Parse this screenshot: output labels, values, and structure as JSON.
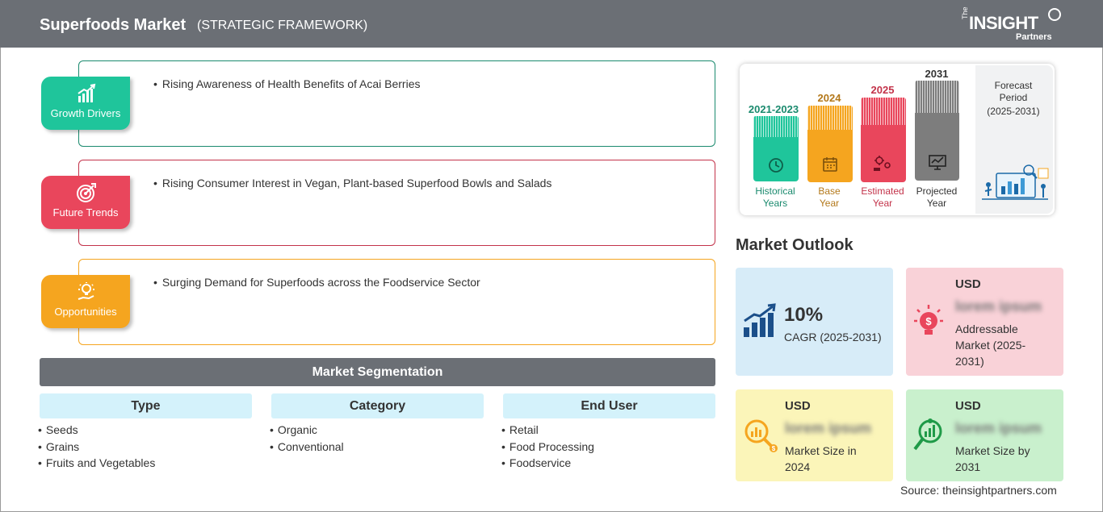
{
  "header": {
    "title": "Superfoods Market",
    "subtitle": "(STRATEGIC FRAMEWORK)"
  },
  "logo": {
    "the": "The",
    "insight": "INSIGHT",
    "partners": "Partners"
  },
  "framework": [
    {
      "label": "Growth Drivers",
      "icon": "growth-chart-icon",
      "color": "#1fc59b",
      "text": "Rising Awareness of Health Benefits of Acai Berries"
    },
    {
      "label": "Future Trends",
      "icon": "target-icon",
      "color": "#e9465c",
      "text": "Rising Consumer Interest in Vegan, Plant-based Superfood Bowls and Salads"
    },
    {
      "label": "Opportunities",
      "icon": "lightbulb-hand-icon",
      "color": "#f5a51f",
      "text": "Surging Demand for Superfoods across the Foodservice Sector"
    }
  ],
  "segmentation": {
    "title": "Market Segmentation",
    "columns": [
      {
        "head": "Type",
        "items": [
          "Seeds",
          "Grains",
          "Fruits and Vegetables"
        ]
      },
      {
        "head": "Category",
        "items": [
          "Organic",
          "Conventional"
        ]
      },
      {
        "head": "End User",
        "items": [
          "Retail",
          "Food Processing",
          "Foodservice"
        ]
      }
    ]
  },
  "timeline": {
    "bars": [
      {
        "year": "2021-2023",
        "cap1": "Historical",
        "cap2": "Years",
        "color": "#1fc59b",
        "year_color": "#1a8a6e",
        "cap_color": "#1a8a6e",
        "icon": "history-icon"
      },
      {
        "year": "2024",
        "cap1": "Base",
        "cap2": "Year",
        "color": "#f5a51f",
        "year_color": "#b3781a",
        "cap_color": "#b3781a",
        "icon": "calendar-icon"
      },
      {
        "year": "2025",
        "cap1": "Estimated",
        "cap2": "Year",
        "color": "#e9465c",
        "year_color": "#c3334a",
        "cap_color": "#c3334a",
        "icon": "gears-icon"
      },
      {
        "year": "2031",
        "cap1": "Projected",
        "cap2": "Year",
        "color": "#7d7d7d",
        "year_color": "#333333",
        "cap_color": "#333333",
        "icon": "presentation-icon"
      }
    ],
    "forecast": {
      "line1": "Forecast",
      "line2": "Period",
      "line3": "(2025-2031)"
    }
  },
  "outlook": {
    "title": "Market Outlook",
    "cagr": {
      "value": "10%",
      "label": "CAGR (2025-2031)",
      "bg": "#d7ecf8"
    },
    "addressable": {
      "usd": "USD",
      "value": "lorem ipsum",
      "desc1": "Addressable",
      "desc2": "Market (2025-",
      "desc3": "2031)",
      "bg": "#f9d2d8"
    },
    "size2024": {
      "usd": "USD",
      "value": "lorem ipsum",
      "desc1": "Market Size in",
      "desc2": "2024",
      "bg": "#fbf5b9"
    },
    "size2031": {
      "usd": "USD",
      "value": "lorem ipsum",
      "desc1": "Market Size by",
      "desc2": "2031",
      "bg": "#c9f0cd"
    }
  },
  "source": "Source: theinsightpartners.com"
}
